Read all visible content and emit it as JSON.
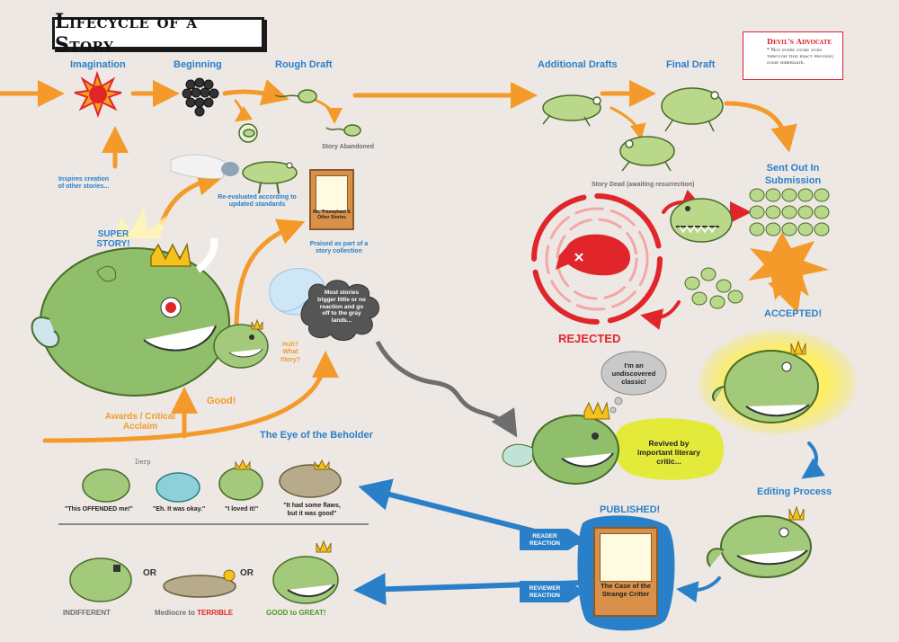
{
  "title": "Lifecycle of a Story",
  "devils_advocate": {
    "heading": "Devil's Advocate",
    "note": "* Not every story goes through this exact process; some hibernate."
  },
  "stages": {
    "imagination": "Imagination",
    "beginning": "Beginning",
    "rough_draft": "Rough Draft",
    "additional_drafts": "Additional Drafts",
    "final_draft": "Final Draft",
    "story_abandoned": "Story Abandoned",
    "story_dead": "Story Dead (awaiting resurrection)",
    "sent_out": "Sent Out In Submission",
    "accepted": "ACCEPTED!",
    "rejected": "REJECTED",
    "editing": "Editing Process",
    "published": "PUBLISHED!",
    "eye_of_beholder": "The Eye of the Beholder"
  },
  "notes": {
    "inspires": "Inspires creation of other stories...",
    "reevaluated": "Re-evaluated according to updated standards",
    "praised": "Praised as part of a story collection",
    "super_story": "SUPER STORY!",
    "huh": "Huh? What Story?",
    "good": "Good!",
    "awards": "Awards / Critical Acclaim",
    "most_stories": "Most stories trigger little or no reaction and go off to the gray lands...",
    "undiscovered": "I'm an undiscovered classic!",
    "revived": "Revived by important literary critic...",
    "reader_reaction": "READER REACTION",
    "reviewer_reaction": "REVIEWER REACTION",
    "derp": "Derp"
  },
  "books": {
    "collection": "Me, Triumphant & Other Stories",
    "published": "The Case of the Strange Critter"
  },
  "reactions": [
    "\"This OFFENDED me!\"",
    "\"Eh. It was okay.\"",
    "\"I loved it!\"",
    "\"It had some flaws, but it was good\""
  ],
  "verdicts": {
    "indifferent": "INDIFFERENT",
    "mediocre_a": "Mediocre",
    "mediocre_to": " to ",
    "mediocre_b": "TERRIBLE",
    "good_a": "GOOD",
    "good_to": " to ",
    "good_b": "GREAT!",
    "or": "OR"
  },
  "colors": {
    "orange": "#f39a2a",
    "blue": "#2a7fc9",
    "red": "#e0262b",
    "green": "#8fbf6a",
    "gray": "#6e6e6e"
  }
}
